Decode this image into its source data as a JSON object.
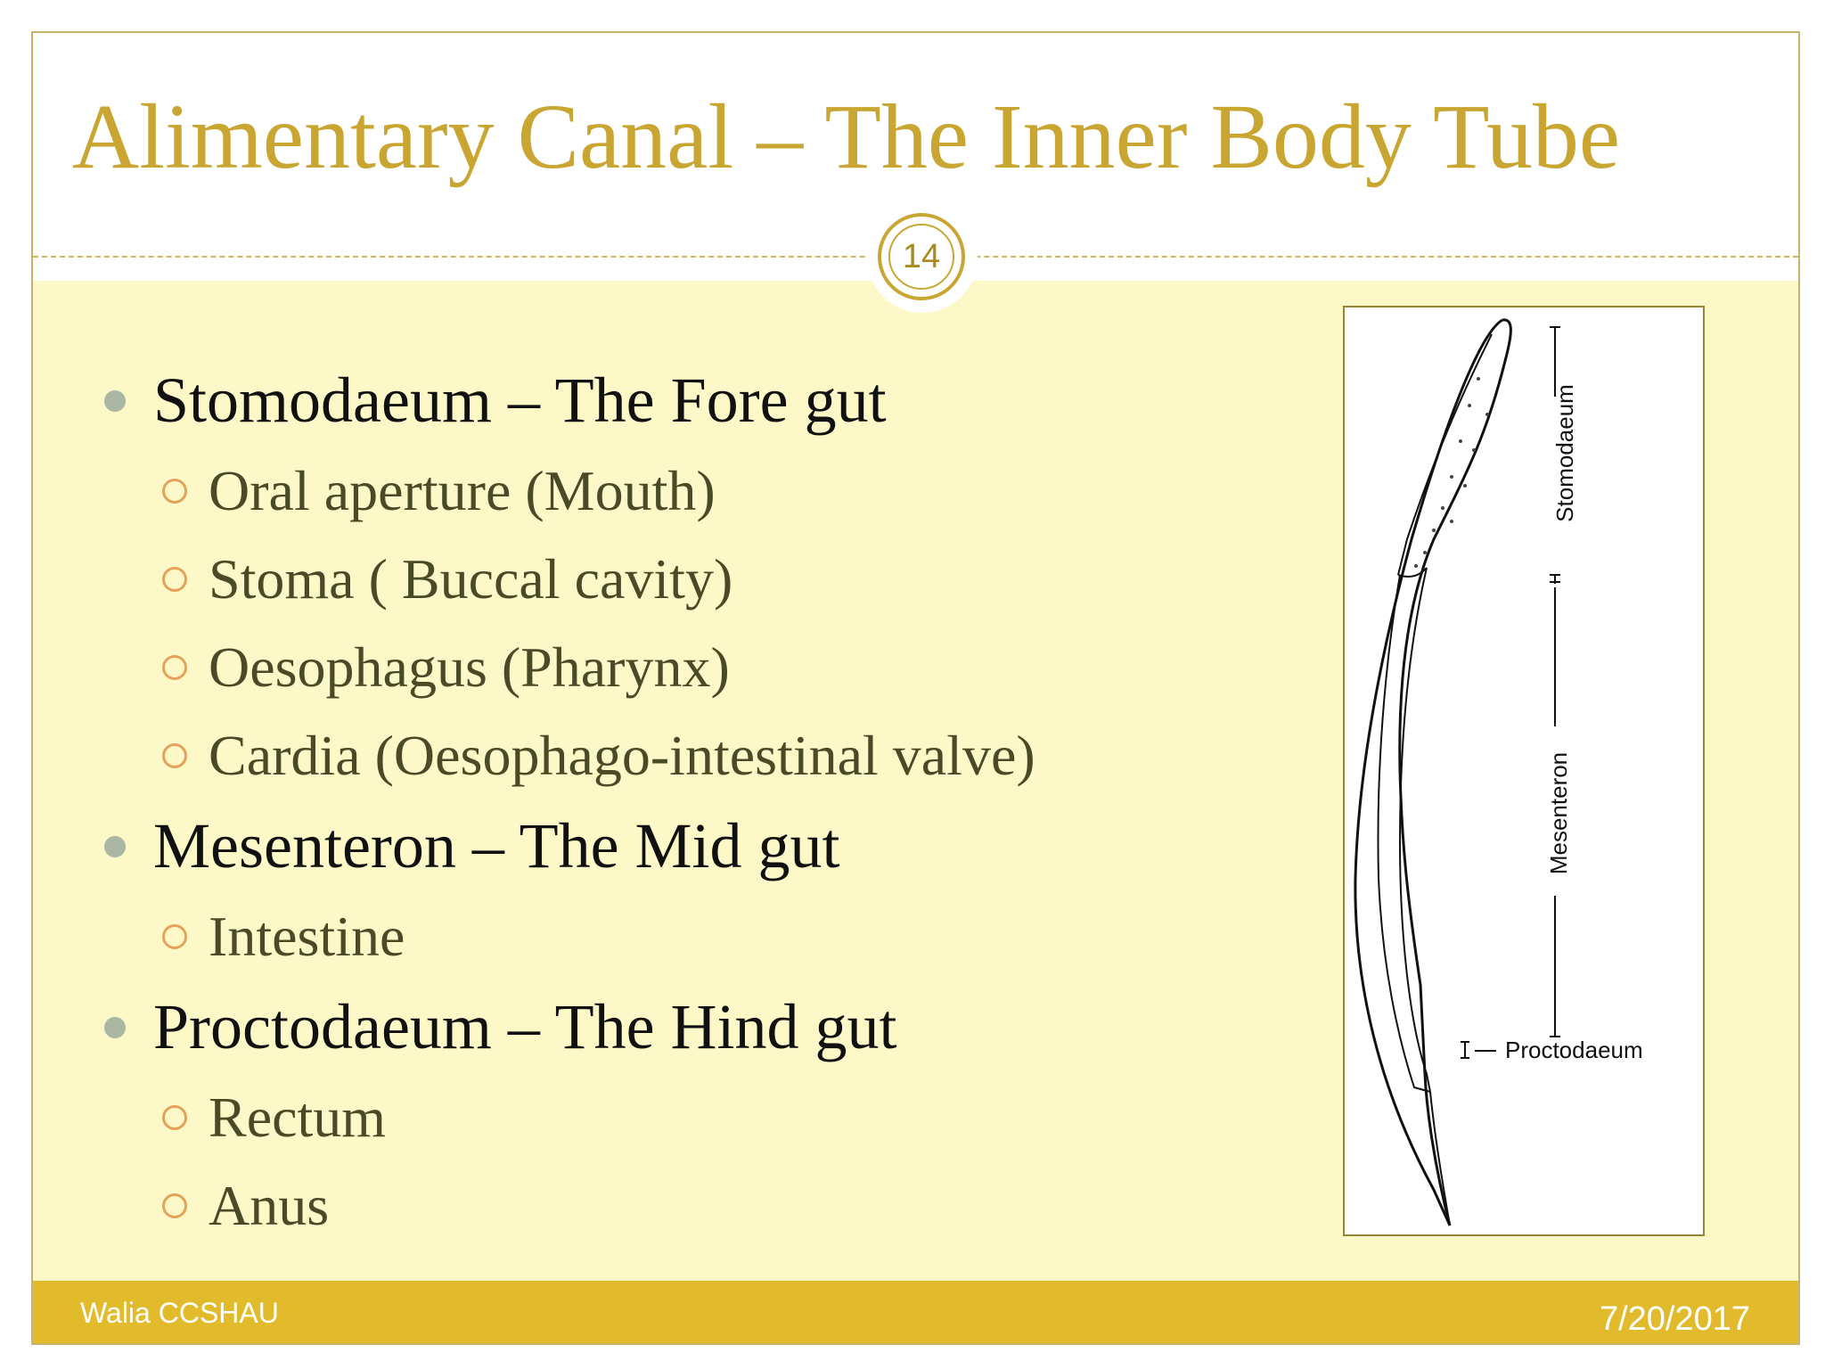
{
  "slide": {
    "title": "Alimentary Canal – The Inner Body Tube",
    "page_number": "14",
    "sections": [
      {
        "heading": "Stomodaeum – The Fore gut",
        "items": [
          "Oral aperture (Mouth)",
          "Stoma ( Buccal cavity)",
          "Oesophagus (Pharynx)",
          "Cardia (Oesophago-intestinal valve)"
        ]
      },
      {
        "heading": "Mesenteron – The Mid gut",
        "items": [
          "Intestine"
        ]
      },
      {
        "heading": "Proctodaeum – The Hind gut",
        "items": [
          "Rectum",
          "Anus"
        ]
      }
    ],
    "figure": {
      "labels": {
        "stomodaeum": "Stomodaeum",
        "mesenteron": "Mesenteron",
        "proctodaeum": "Proctodaeum"
      }
    }
  },
  "footer": {
    "author": "Walia CCSHAU",
    "date": "7/20/2017"
  },
  "colors": {
    "title": "#c9a632",
    "content_background": "#fdf8c8",
    "footer_background": "#e2bb2d",
    "bullet_level1": "#a9b7a3",
    "bullet_level2": "#e3a35a",
    "subtext": "#4a4b26"
  },
  "icons": {
    "level1_bullet": "filled-circle",
    "level2_bullet": "hollow-circle"
  }
}
